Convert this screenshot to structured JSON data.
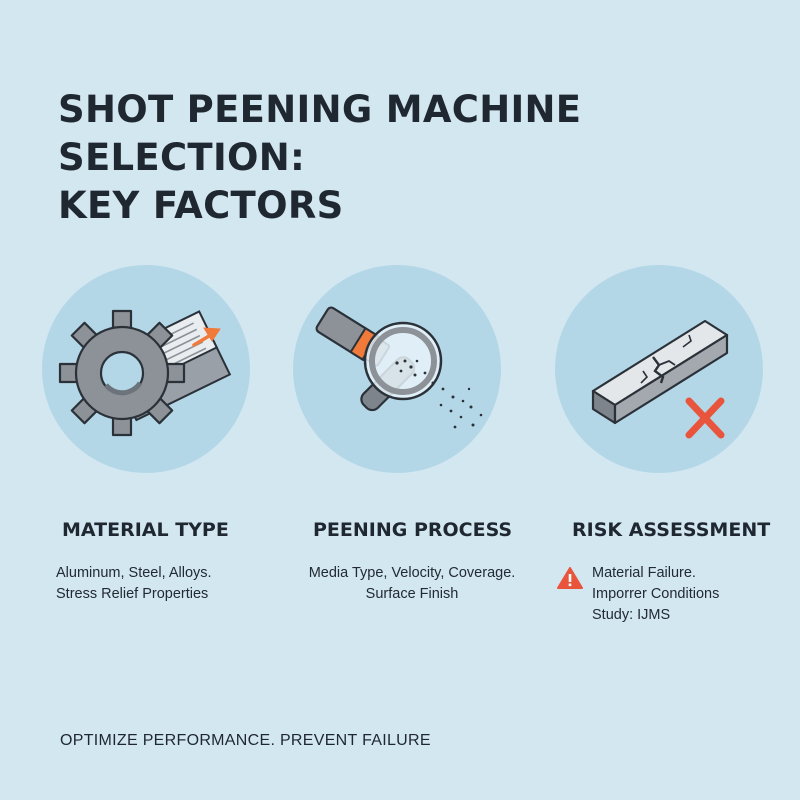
{
  "title": {
    "line1": "SHOT PEENING MACHINE SELECTION:",
    "line2": "KEY FACTORS"
  },
  "cards": [
    {
      "icon": "gear-and-plate-icon",
      "heading": "MATERIAL TYPE",
      "lines": [
        "Aluminum, Steel, Alloys.",
        "Stress Relief Properties"
      ]
    },
    {
      "icon": "magnifier-shot-stream-icon",
      "heading": "PEENING PROCESS",
      "lines": [
        "Media Type, Velocity, Coverage.",
        "Surface Finish"
      ]
    },
    {
      "icon": "cracked-beam-icon",
      "heading": "RISK ASSESSMENT",
      "lines": [
        "Material Failure.",
        "Imporrer Conditions",
        "Study: IJMS"
      ]
    }
  ],
  "footer": "OPTIMIZE PERFORMANCE. PREVENT FAILURE",
  "colors": {
    "background": "#d3e7f1",
    "circle": "#b4d7e8",
    "accent": "#f07a3a",
    "danger": "#e8553c",
    "metal": "#8d9299",
    "text": "#1f2731"
  }
}
